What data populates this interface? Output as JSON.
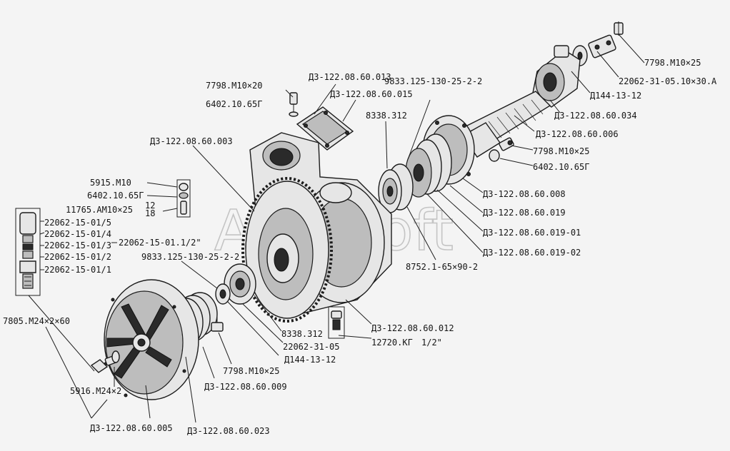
{
  "watermark": "AutoSoft",
  "labels": {
    "l01": "7798.M10×25",
    "l02": "22062-31-05.10×30.A",
    "l03": "Д144-13-12",
    "l04": "Д3-122.08.60.034",
    "l05": "Д3-122.08.60.006",
    "l06": "7798.M10×25",
    "l07": "6402.10.65Г",
    "l08": "Д3-122.08.60.008",
    "l09": "Д3-122.08.60.019",
    "l10": "Д3-122.08.60.019-01",
    "l11": "Д3-122.08.60.019-02",
    "l12": "8752.1-65×90-2",
    "l13": "9833.125-130-25-2-2",
    "l14": "8338.312",
    "l15": "Д3-122.08.60.013",
    "l16": "Д3-122.08.60.015",
    "l17": "7798.M10×20",
    "l18": "6402.10.65Г",
    "l19": "Д3-122.08.60.003",
    "l20": "5915.M10",
    "l21": "6402.10.65Г",
    "l22": "11765.AM10×25",
    "l23": "22062-15-01/5",
    "l24": "22062-15-01/4",
    "l25": "22062-15-01/3",
    "l26": "22062-15-01/2",
    "l27": "22062-15-01/1",
    "l28": "22062-15-01.1/2\"",
    "l29": "9833.125-130-25-2-2",
    "l30": "7805.M24×2×60",
    "l31": "5916.M24×2",
    "l32": "Д3-122.08.60.005",
    "l33": "Д3-122.08.60.023",
    "l34": "Д3-122.08.60.009",
    "l35": "7798.M10×25",
    "l36": "Д144-13-12",
    "l37": "22062-31-05",
    "l38": "8338.312",
    "l39": "Д3-122.08.60.012",
    "l40": "12720.КГ",
    "frac1_top": "12",
    "frac1_bot": "18",
    "frac2": "1/2\""
  }
}
